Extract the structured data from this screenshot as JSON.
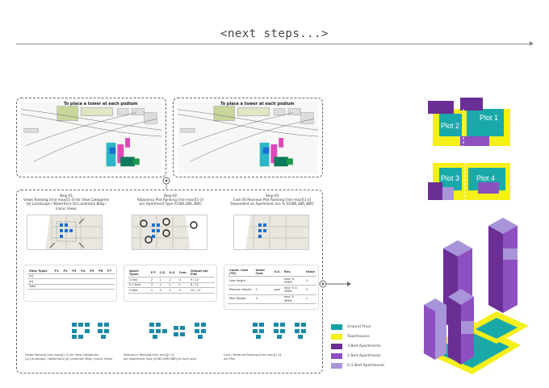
{
  "header": {
    "title": "<next steps...>"
  },
  "scripts": {
    "left_label": "To place a tower at each podium",
    "right_label": "To place a tower at each podium"
  },
  "steps": [
    {
      "title": "Step-01",
      "subtitle": "Views Ranking [min-max][1-3] for View Categories",
      "subtitle2": "[a] Landscape / Waterfront [b] Landmark Bldg / Iconic Views"
    },
    {
      "title": "Step-02",
      "subtitle": "Adjacency Plot Ranking [min-max][1-3]",
      "subtitle2": "per Apartment Type [01BR,2BR,3BR]"
    },
    {
      "title": "Step-03",
      "subtitle": "Cost VS Revenue Plot Ranking [min-max][1-3]",
      "subtitle2": "Dependent on Apartment mix % [01BR,2BR,3BR]"
    }
  ],
  "table1": {
    "headers": [
      "View Types",
      "P1",
      "P2",
      "P3",
      "P4",
      "P5",
      "P6",
      "P7"
    ],
    "rows": [
      [
        "[a]"
      ],
      [
        "[b]"
      ],
      [
        "Total"
      ]
    ]
  },
  "table2": {
    "headers": [
      "Apart. Types",
      "P.T.",
      "C.E.",
      "O.S.",
      "Com.",
      "Output per Plot"
    ],
    "rows": [
      [
        "2 Bed",
        "2",
        "2",
        "2",
        "3",
        "9 / 12"
      ],
      [
        "0-1 Bed",
        "3",
        "1",
        "1",
        "1",
        "6 / 12"
      ],
      [
        "3 Bed",
        "1",
        "3",
        "3",
        "3",
        "10 / 12"
      ]
    ]
  },
  "table3": {
    "headers": [
      "Const. Cost (TK)",
      "Value Cost",
      "O.S.",
      "Rev.",
      "Value"
    ],
    "rows": [
      [
        "Low Height",
        "",
        "",
        "max % 2BED",
        "3"
      ],
      [
        "Medium Height",
        "2",
        "sqm",
        "max % 0-1BED",
        "2"
      ],
      [
        "Max Height",
        "3",
        "",
        "max % 3BED",
        "1"
      ]
    ]
  },
  "footnotes": {
    "f1": "Views Ranking [min-max][1-3] for View Categories",
    "f1b": "[a] Landscape / Waterfront [b] Landmark Bldg / Iconic Views",
    "f2": "Adjacency Ranking [min-max][1-3]",
    "f2b": "per Apartment Type [01BR,2BR,3BR] for each plot",
    "f3": "Cost / Revenue Ranking [min-max][1-3]",
    "f3b": "per Plot"
  },
  "plots": {
    "p1": "Plot 1",
    "p2": "Plot 2",
    "p3": "Plot 3",
    "p4": "Plot 4"
  },
  "legend": [
    {
      "label": "Ground Floor",
      "color": "#14a3a3"
    },
    {
      "label": "Townhouses",
      "color": "#f5ef1a"
    },
    {
      "label": "3 Bed Apartments",
      "color": "#6a2e95"
    },
    {
      "label": "2 Bed Apartments",
      "color": "#8e4fc0"
    },
    {
      "label": "0-1 Bed Apartments",
      "color": "#a894d8"
    }
  ]
}
